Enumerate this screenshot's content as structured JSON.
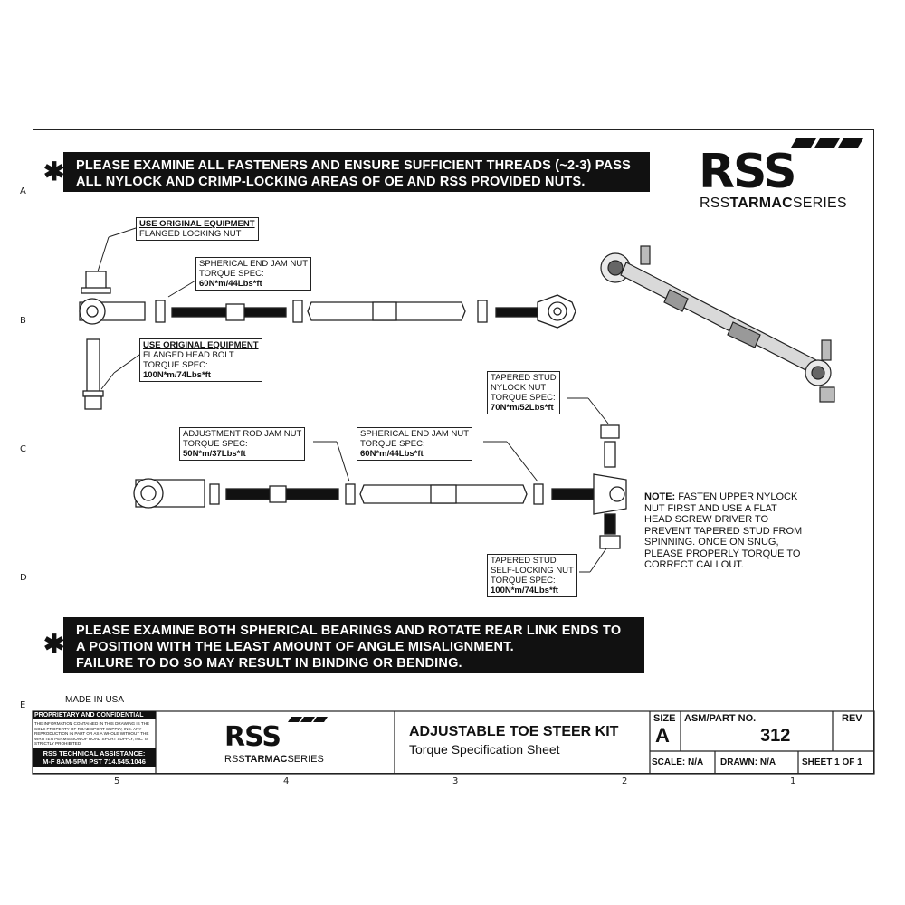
{
  "row_labels": [
    "A",
    "B",
    "C",
    "D",
    "E"
  ],
  "col_labels": [
    "5",
    "4",
    "3",
    "2",
    "1"
  ],
  "top_banner": {
    "symbol": "✱",
    "line1": "PLEASE EXAMINE ALL FASTENERS AND ENSURE SUFFICIENT THREADS (~2-3) PASS",
    "line2": "ALL NYLOCK AND CRIMP-LOCKING AREAS OF OE AND RSS PROVIDED NUTS."
  },
  "bottom_banner": {
    "symbol": "✱",
    "line1": "PLEASE EXAMINE BOTH SPHERICAL BEARINGS AND ROTATE REAR LINK ENDS TO",
    "line2": "A POSITION WITH THE LEAST AMOUNT OF ANGLE MISALIGNMENT.",
    "line3": "FAILURE TO DO SO MAY RESULT IN BINDING OR BENDING."
  },
  "logo": {
    "mark": "RSS",
    "series_prefix": "RSS",
    "series_bold": "TARMAC",
    "series_suffix": "SERIES"
  },
  "callouts": {
    "flanged_nut": {
      "l1": "USE ORIGINAL EQUIPMENT",
      "l2": "FLANGED LOCKING NUT"
    },
    "spherical_jam_top": {
      "l1": "SPHERICAL END JAM NUT",
      "l2": "TORQUE SPEC:",
      "l3": "60N*m/44Lbs*ft"
    },
    "flanged_bolt": {
      "l1": "USE ORIGINAL EQUIPMENT",
      "l2": "FLANGED HEAD BOLT",
      "l3": "TORQUE SPEC:",
      "l4": "100N*m/74Lbs*ft"
    },
    "tapered_nylock": {
      "l1": "TAPERED STUD",
      "l2": "NYLOCK NUT",
      "l3": "TORQUE SPEC:",
      "l4": "70N*m/52Lbs*ft"
    },
    "adjust_jam": {
      "l1": "ADJUSTMENT ROD JAM NUT",
      "l2": "TORQUE SPEC:",
      "l3": "50N*m/37Lbs*ft"
    },
    "spherical_jam_mid": {
      "l1": "SPHERICAL END JAM NUT",
      "l2": "TORQUE SPEC:",
      "l3": "60N*m/44Lbs*ft"
    },
    "tapered_selflock": {
      "l1": "TAPERED STUD",
      "l2": "SELF-LOCKING NUT",
      "l3": "TORQUE SPEC:",
      "l4": "100N*m/74Lbs*ft"
    }
  },
  "note": {
    "label": "NOTE:",
    "l1": "FASTEN UPPER NYLOCK",
    "l2": "NUT FIRST AND USE A FLAT",
    "l3": "HEAD SCREW DRIVER TO",
    "l4": "PREVENT TAPERED STUD FROM",
    "l5": "SPINNING. ONCE ON SNUG,",
    "l6": "PLEASE PROPERLY TORQUE TO",
    "l7": "CORRECT CALLOUT."
  },
  "made_in": "MADE IN USA",
  "title_block": {
    "proprietary": "PROPRIETARY AND CONFIDENTIAL",
    "disclaimer": "THE INFORMATION CONTAINED IN THIS DRAWING IS THE SOLE PROPERTY OF ROAD SPORT SUPPLY, INC. ANY REPRODUCTION IN PART OR AS A WHOLE WITHOUT THE WRITTEN PERMISSION OF ROAD SPORT SUPPLY, INC. IS STRICTLY PROHIBITED.",
    "tech_l1": "RSS TECHNICAL ASSISTANCE:",
    "tech_l2": "M-F 8AM-5PM PST  714.545.1046",
    "title": "ADJUSTABLE TOE STEER KIT",
    "subtitle": "Torque Specification Sheet",
    "size_label": "SIZE",
    "size_value": "A",
    "part_label": "ASM/PART NO.",
    "part_value": "312",
    "rev_label": "REV",
    "scale": "SCALE: N/A",
    "drawn": "DRAWN: N/A",
    "sheet": "SHEET 1 OF 1"
  }
}
